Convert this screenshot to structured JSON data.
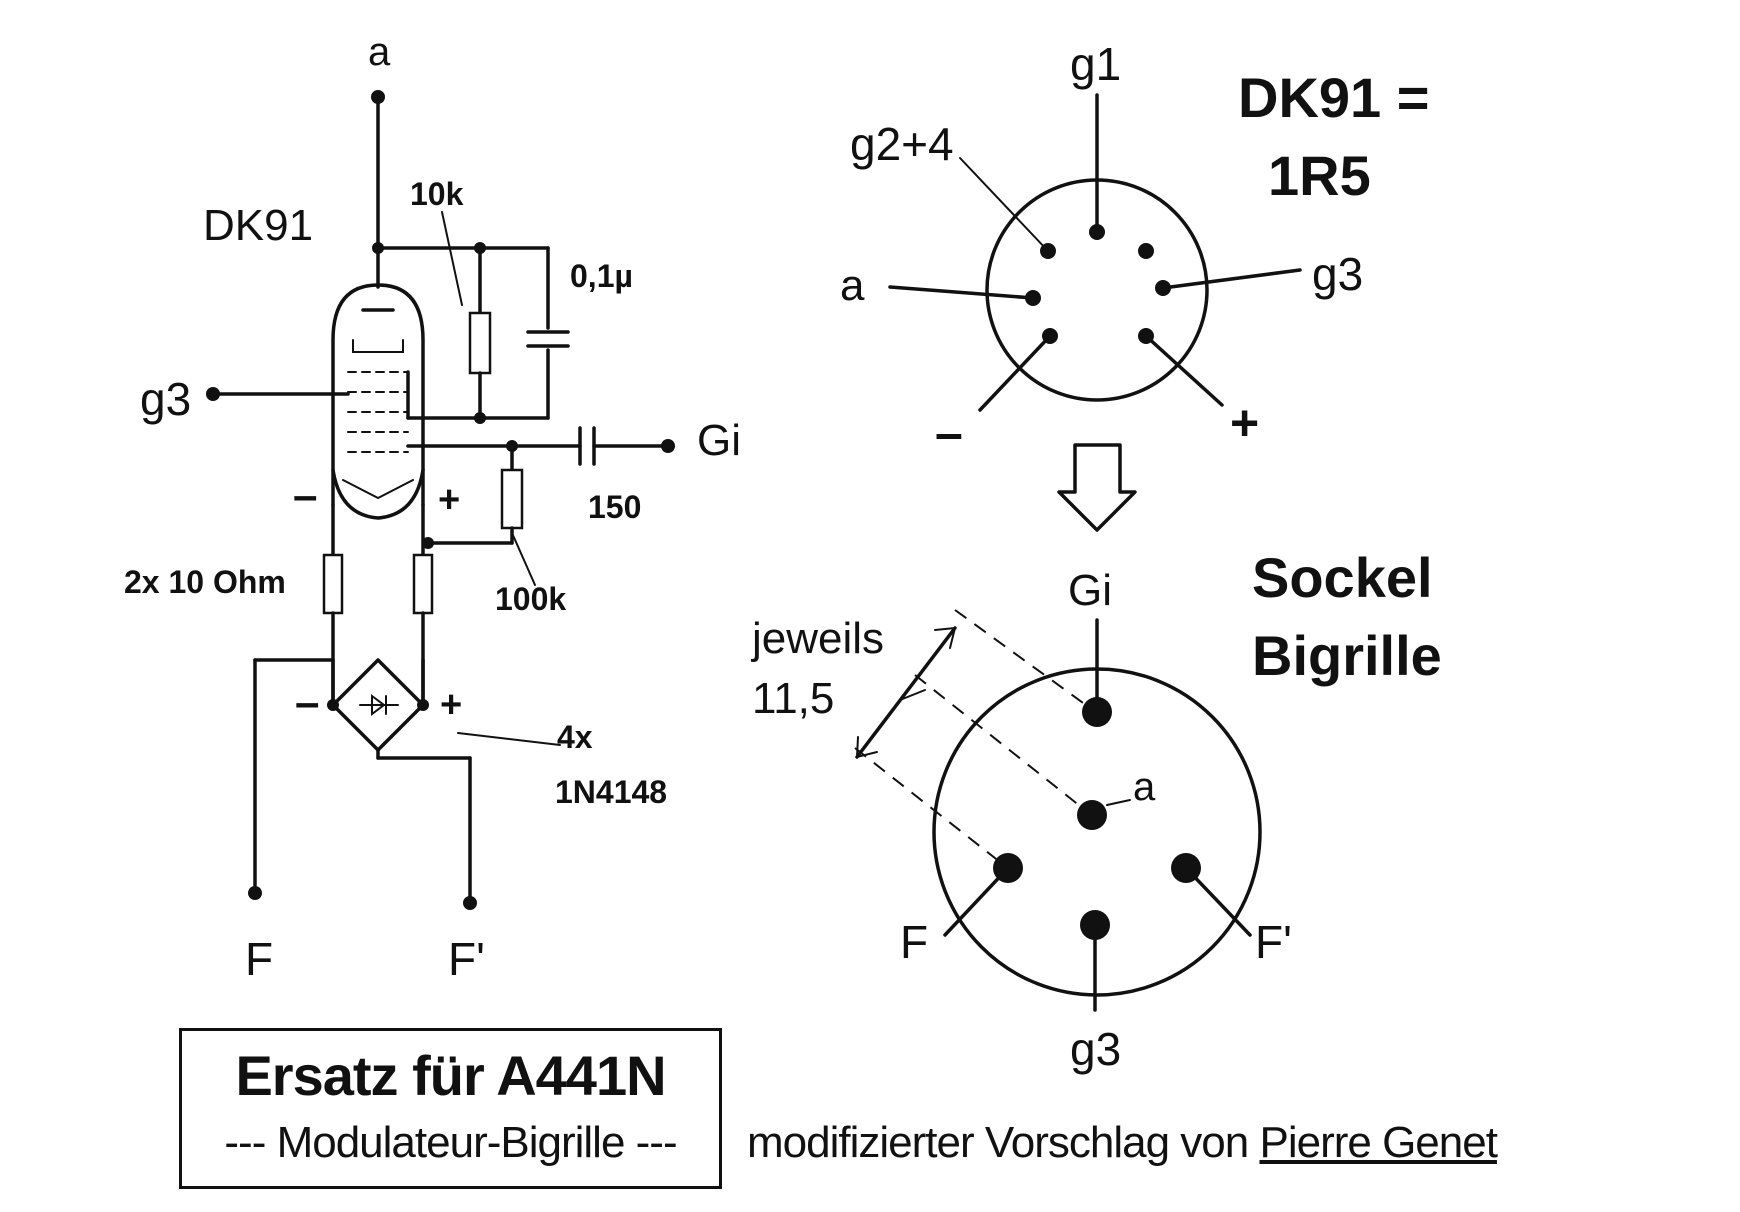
{
  "schematic": {
    "tube_label": "DK91",
    "pin_a": "a",
    "pin_g3": "g3",
    "pin_gi": "Gi",
    "pin_f": "F",
    "pin_f_prime": "F'",
    "resistor_10k": "10k",
    "capacitor_01u": "0,1µ",
    "capacitor_150": "150",
    "resistor_100k": "100k",
    "resistors_filament": "2x 10 Ohm",
    "diodes_count": "4x",
    "diodes_type": "1N4148",
    "minus": "–",
    "plus": "+"
  },
  "dk91_socket": {
    "title_line1": "DK91 =",
    "title_line2": "1R5",
    "pin_g1": "g1",
    "pin_g24": "g2+4",
    "pin_a": "a",
    "pin_g3": "g3",
    "pin_minus": "–",
    "pin_plus": "+"
  },
  "bigrille_socket": {
    "title_line1": "Sockel",
    "title_line2": "Bigrille",
    "pin_gi": "Gi",
    "pin_a": "a",
    "pin_f": "F",
    "pin_f_prime": "F'",
    "pin_g3": "g3",
    "spacing_label": "jeweils",
    "spacing_value": "11,5"
  },
  "title_box": {
    "main": "Ersatz für A441N",
    "sub": "--- Modulateur-Bigrille ---"
  },
  "credit": {
    "prefix": "modifizierter Vorschlag von ",
    "author": "Pierre Genet"
  }
}
